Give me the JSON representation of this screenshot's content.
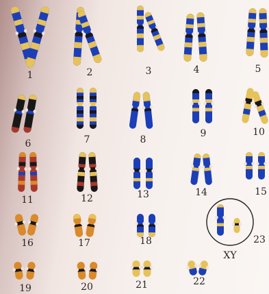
{
  "karyotype": {
    "pairs": [
      {
        "id": "1",
        "label": "1"
      },
      {
        "id": "2",
        "label": "2"
      },
      {
        "id": "3",
        "label": "3"
      },
      {
        "id": "4",
        "label": "4"
      },
      {
        "id": "5",
        "label": "5"
      },
      {
        "id": "6",
        "label": "6"
      },
      {
        "id": "7",
        "label": "7"
      },
      {
        "id": "8",
        "label": "8"
      },
      {
        "id": "9",
        "label": "9"
      },
      {
        "id": "10",
        "label": "10"
      },
      {
        "id": "11",
        "label": "11"
      },
      {
        "id": "12",
        "label": "12"
      },
      {
        "id": "13",
        "label": "13"
      },
      {
        "id": "14",
        "label": "14"
      },
      {
        "id": "15",
        "label": "15"
      },
      {
        "id": "16",
        "label": "16"
      },
      {
        "id": "17",
        "label": "17"
      },
      {
        "id": "18",
        "label": "18"
      },
      {
        "id": "19",
        "label": "19"
      },
      {
        "id": "20",
        "label": "20"
      },
      {
        "id": "21",
        "label": "21"
      },
      {
        "id": "22",
        "label": "22"
      },
      {
        "id": "23",
        "label": "23"
      }
    ],
    "sex_chromosomes_label": "XY"
  },
  "colors": {
    "chromatid_blue": "#1c3fb8",
    "band_yellow": "#e6c25a",
    "band_dark": "#1a1718",
    "band_red": "#a8382e",
    "band_orange": "#d98a2a",
    "circle": "#222222"
  }
}
